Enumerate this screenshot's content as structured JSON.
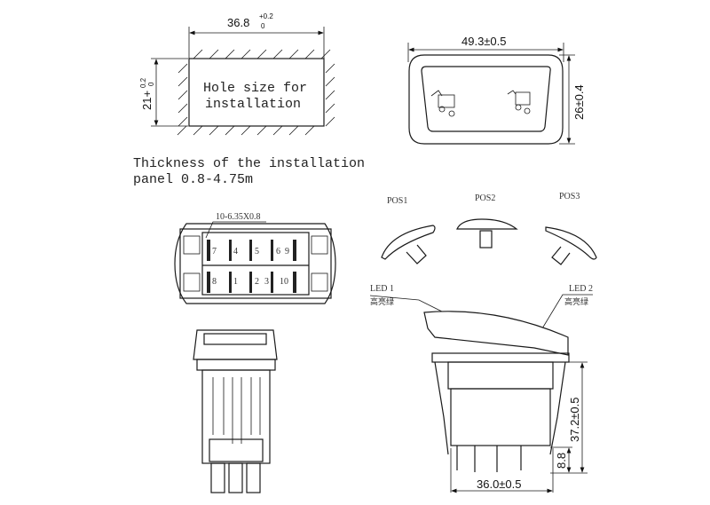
{
  "hole_view": {
    "width_dim": "36.8",
    "width_tol_upper": "+0.2",
    "width_tol_lower": "0",
    "height_dim": "21+",
    "height_tol_upper": "0.2",
    "height_tol_lower": "0",
    "label_line1": "Hole size for",
    "label_line2": "installation"
  },
  "thickness_note": {
    "line1": "Thickness of the installation",
    "line2": "panel 0.8-4.75m"
  },
  "front_view": {
    "width_dim": "49.3±0.5",
    "height_dim": "26±0.4"
  },
  "terminal_view": {
    "terminal_spec": "10-6.35X0.8",
    "pins_top": [
      "7",
      "4",
      "5",
      "6",
      "9"
    ],
    "pins_bottom": [
      "8",
      "1",
      "2",
      "3",
      "10"
    ]
  },
  "positions": {
    "pos1": "POS1",
    "pos2": "POS2",
    "pos3": "POS3"
  },
  "side_view": {
    "led1_label": "LED 1",
    "led1_color": "高亮绿",
    "led2_label": "LED 2",
    "led2_color": "高亮绿",
    "height_dim": "37.2±0.5",
    "pin_length_dim": "8.8",
    "width_dim": "36.0±0.5"
  }
}
